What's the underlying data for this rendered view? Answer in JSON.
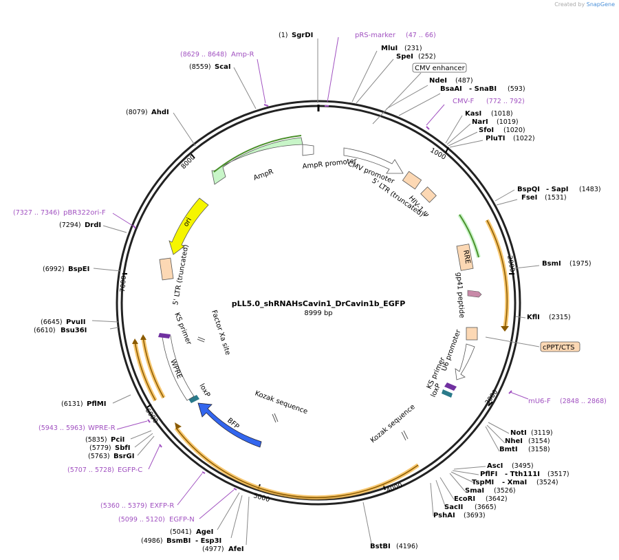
{
  "credit": {
    "created_by": "Created by",
    "brand": "SnapGene"
  },
  "plasmid": {
    "name": "pLL5.0_shRNAHsCavin1_DrCavin1b_EGFP",
    "size": "8999 bp"
  },
  "tick_labels": [
    "1000",
    "2000",
    "3000",
    "4000",
    "5000",
    "6000",
    "7000",
    "8000"
  ],
  "sites_right": [
    {
      "pos": "(1)",
      "name": "SgrDI"
    },
    {
      "name": "MluI",
      "pos": "(231)"
    },
    {
      "name": "SpeI",
      "pos": "(252)"
    },
    {
      "name": "NdeI",
      "pos": "(487)"
    },
    {
      "name": "BsaAI",
      "extra": "- SnaBI",
      "pos": "(593)"
    },
    {
      "name": "KasI",
      "pos": "(1018)"
    },
    {
      "name": "NarI",
      "pos": "(1019)"
    },
    {
      "name": "SfoI",
      "pos": "(1020)"
    },
    {
      "name": "PluTI",
      "pos": "(1022)"
    },
    {
      "name": "BspQI",
      "extra": "- SapI",
      "pos": "(1483)"
    },
    {
      "name": "FseI",
      "pos": "(1531)"
    },
    {
      "name": "BsmI",
      "pos": "(1975)"
    },
    {
      "name": "KflI",
      "pos": "(2315)"
    },
    {
      "name": "NotI",
      "pos": "(3119)"
    },
    {
      "name": "NheI",
      "pos": "(3154)"
    },
    {
      "name": "BmtI",
      "pos": "(3158)"
    },
    {
      "name": "AscI",
      "pos": "(3495)"
    },
    {
      "name": "PflFI",
      "extra": "- Tth111I",
      "pos": "(3517)"
    },
    {
      "name": "TspMI",
      "extra": "- XmaI",
      "pos": "(3524)"
    },
    {
      "name": "SmaI",
      "pos": "(3526)"
    },
    {
      "name": "EcoRI",
      "pos": "(3642)"
    },
    {
      "name": "SacII",
      "pos": "(3665)"
    },
    {
      "name": "PshAI",
      "pos": "(3693)"
    },
    {
      "name": "BstBI",
      "pos": "(4196)"
    }
  ],
  "sites_left": [
    {
      "pos": "(8559)",
      "name": "ScaI"
    },
    {
      "pos": "(8079)",
      "name": "AhdI"
    },
    {
      "pos": "(7294)",
      "name": "DrdI"
    },
    {
      "pos": "(6992)",
      "name": "BspEI"
    },
    {
      "pos": "(6645)",
      "name": "PvuII"
    },
    {
      "pos": "(6610)",
      "name": "Bsu36I"
    },
    {
      "pos": "(6131)",
      "name": "PflMI"
    },
    {
      "pos": "(5835)",
      "name": "PciI"
    },
    {
      "pos": "(5779)",
      "name": "SbfI"
    },
    {
      "pos": "(5763)",
      "name": "BsrGI"
    },
    {
      "pos": "(5041)",
      "name": "AgeI"
    },
    {
      "pos": "(4986)",
      "name": "BsmBI",
      "extra": "- Esp3I"
    },
    {
      "pos": "(4977)",
      "name": "AfeI"
    }
  ],
  "primers": [
    {
      "name": "pRS-marker",
      "range": "(47 .. 66)"
    },
    {
      "name": "CMV-F",
      "range": "(772 .. 792)"
    },
    {
      "name": "mU6-F",
      "range": "(2848 .. 2868)"
    },
    {
      "range": "(8629 .. 8648)",
      "name": "Amp-R"
    },
    {
      "range": "(7327 .. 7346)",
      "name": "pBR322ori-F"
    },
    {
      "range": "(5943 .. 5963)",
      "name": "WPRE-R"
    },
    {
      "range": "(5707 .. 5728)",
      "name": "EGFP-C"
    },
    {
      "range": "(5360 .. 5379)",
      "name": "EXFP-R"
    },
    {
      "range": "(5099 .. 5120)",
      "name": "EGFP-N"
    }
  ],
  "boxed_features": [
    "CMV enhancer",
    "cPPT/CTS"
  ],
  "features": {
    "ampr_promoter": "AmpR promoter",
    "ampr": "AmpR",
    "cmv_promoter": "CMV promoter",
    "ltr_trunc_right": "5' LTR (truncated)",
    "hiv_psi": "HIV-1 Ψ",
    "rre": "RRE",
    "gp41": "gp41 peptide",
    "u6": "U6 promoter",
    "ks_primer_right": "KS primer",
    "loxp_right": "loxP",
    "kozak_right": "Kozak sequence",
    "kozak_left": "Kozak sequence",
    "bfp": "BFP",
    "loxp_left": "loxP",
    "wpre": "WPRE",
    "ks_primer_left": "KS primer",
    "factor_xa": "Factor Xa site",
    "ltr_trunc_left": "5' LTR (truncated)",
    "ori": "ori"
  },
  "colors": {
    "backbone": "#222222",
    "ampr": "#c8f5c8",
    "ori": "#f5f500",
    "bfp": "#3366ee",
    "ltr": "#fcd8b4",
    "primer": "#a050c0",
    "orf_glow": "#f5b94b"
  }
}
